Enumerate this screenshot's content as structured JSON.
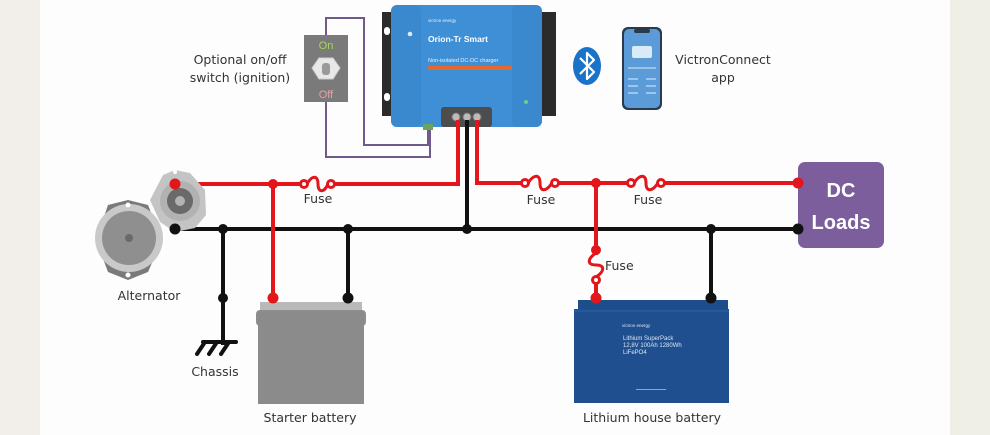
{
  "diagram": {
    "title": "Orion-Tr Smart DC-DC charger wiring",
    "colors": {
      "positive": "#e3161b",
      "negative": "#111111",
      "switch_wire": "#6f5a8a",
      "charger_body": "#3f8fd6",
      "charger_accent": "#e5682c",
      "dc_loads": "#7c5e9c",
      "lithium_battery": "#1f4f8f",
      "starter_battery": "#8b8b8b",
      "bluetooth": "#1a73c8"
    },
    "labels": {
      "switch": [
        "Optional on/off",
        "switch (ignition)"
      ],
      "switch_on": "On",
      "switch_off": "Off",
      "app": [
        "VictronConnect",
        "app"
      ],
      "alternator": "Alternator",
      "chassis": "Chassis",
      "starter_battery": "Starter battery",
      "lithium_battery": "Lithium house battery",
      "dc_loads": [
        "DC",
        "Loads"
      ],
      "fuses": [
        "Fuse",
        "Fuse",
        "Fuse",
        "Fuse"
      ]
    },
    "charger": {
      "brand": "victron energy",
      "model": "Orion-Tr Smart",
      "subtitle": "Non-isolated DC-DC charger"
    },
    "lithium": {
      "brand": "victron energy",
      "line1": "Lithium SuperPack",
      "line2": "12,8V 100Ah 1280Wh",
      "line3": "LiFePO4"
    },
    "icons": {
      "bluetooth": "bluetooth-icon",
      "phone": "smartphone-icon",
      "ground": "ground-icon"
    }
  }
}
